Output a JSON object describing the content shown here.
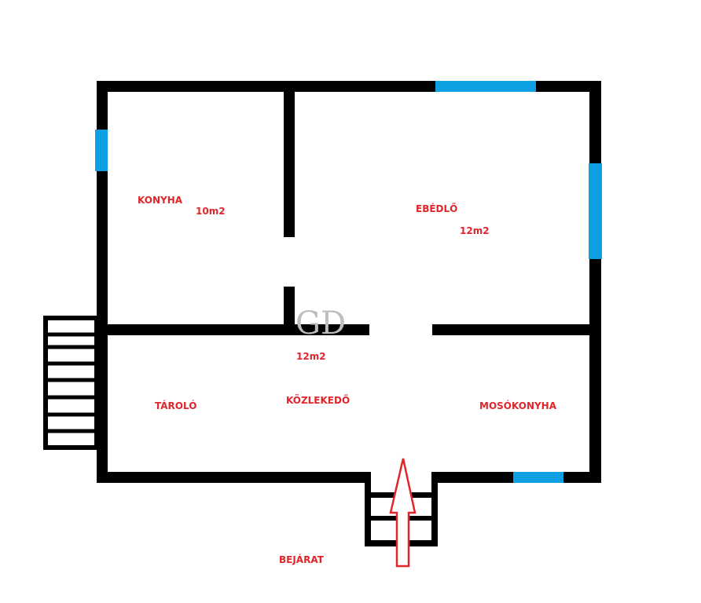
{
  "rooms": [
    {
      "name": "KONYHA",
      "area": "10m2"
    },
    {
      "name": "EBÉDLŐ",
      "area": "12m2"
    },
    {
      "name": "TÁROLÓ",
      "area": ""
    },
    {
      "name": "KÖZLEKEDŐ",
      "area": "12m2"
    },
    {
      "name": "MOSÓKONYHA",
      "area": ""
    }
  ],
  "entrance_label": "BEJÁRAT",
  "watermark": "GD",
  "colors": {
    "wall": "#000000",
    "window": "#0ea0e2",
    "label": "#e0262b",
    "arrow": "#e0262b"
  }
}
